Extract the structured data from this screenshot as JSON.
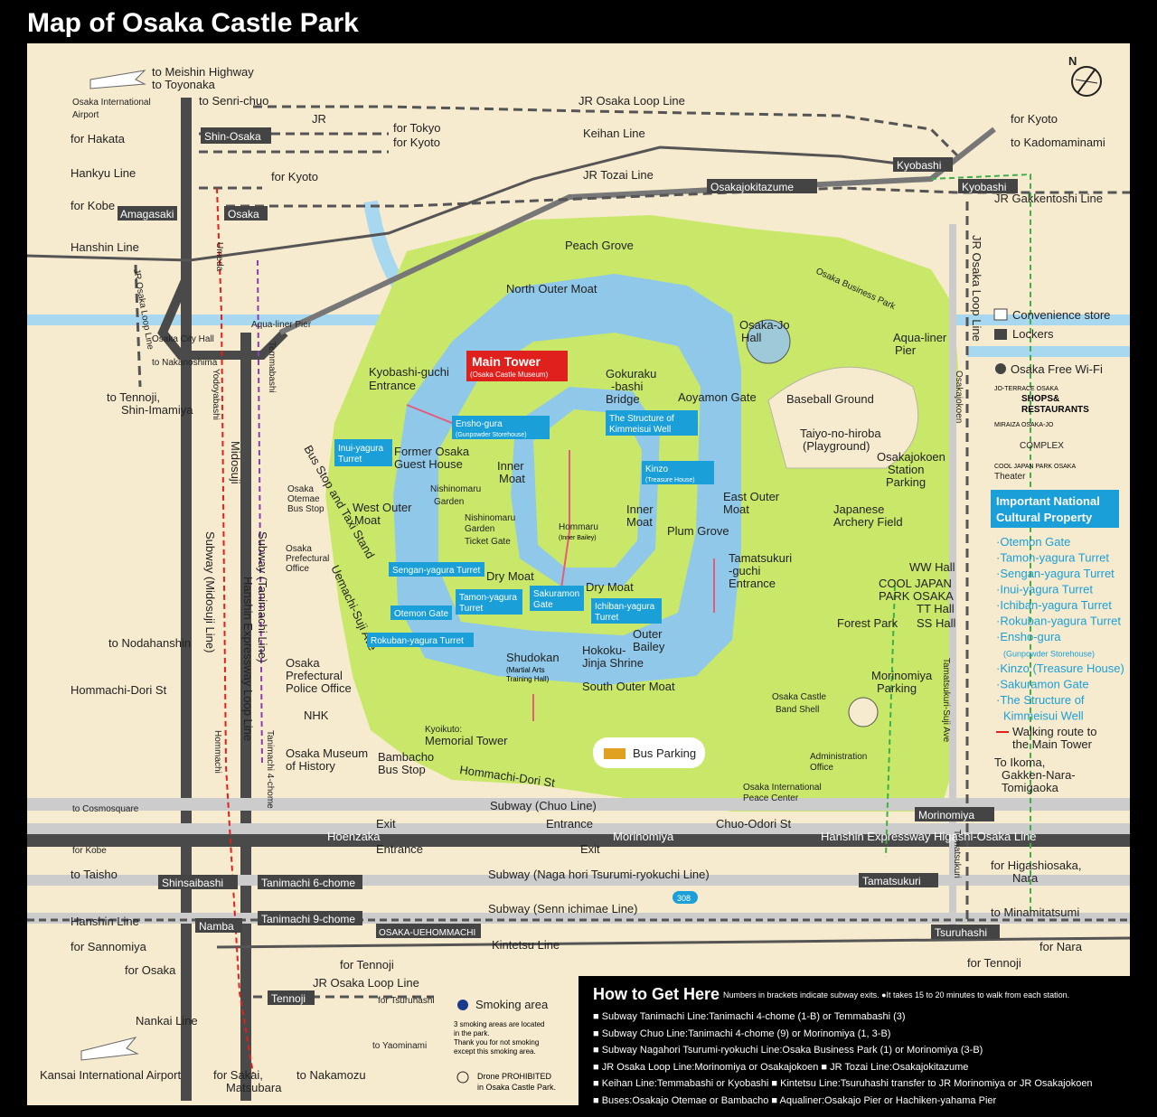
{
  "title": "Map of Osaka Castle Park",
  "colors": {
    "park": "#c9e86a",
    "water": "#a8d8f0",
    "moat": "#8fc8e8",
    "road": "#4a4a4a",
    "land": "#f7ebcf",
    "accent": "#1a9fd8",
    "highlight": "#e0201c"
  },
  "north_symbol": "N",
  "icons": {
    "airplane": "airplane-icon",
    "compass": "compass-icon",
    "convenience": "convenience-store-icon",
    "locker": "locker-icon",
    "wifi": "wifi-icon",
    "smoking": "smoking-area-icon",
    "drone": "no-drone-icon",
    "bus": "bus-icon"
  },
  "labels": {
    "to_meishin": "to Meishin Highway",
    "to_toyonaka": "to Toyonaka",
    "osaka_airport": "Osaka International",
    "airport": "Airport",
    "to_senri": "to Senri-chuo",
    "for_hakata": "for Hakata",
    "jr": "JR",
    "for_tokyo": "for Tokyo",
    "for_kyoto_jr": "for Kyoto",
    "hankyu": "Hankyu Line",
    "for_kyoto_hankyu": "for Kyoto",
    "for_kobe": "for Kobe",
    "hanshin_line": "Hanshin Line",
    "jr_osaka_loop_left": "JR Osaka Loop Line",
    "to_tennoji": "to Tennoji,",
    "shin_imamiya": "Shin-Imamiya",
    "to_nodahanshin": "to Nodahanshin",
    "subway_midosuji": "Subway (Midosuji Line)",
    "midosuji": "Midosuji",
    "subway_tanimachi": "Subway (Tanimachi Line)",
    "hanshin_exp": "Hanshin Expressway Loop Line",
    "hommachi_dori": "Hommachi-Dori St",
    "jr_loop_top": "JR Osaka Loop Line",
    "keihan": "Keihan Line",
    "jr_tozai": "JR Tozai Line",
    "for_kyoto_right": "for Kyoto",
    "to_kadoma": "to Kadomaminami",
    "jr_gakken": "JR Gakkentoshi Line",
    "jr_loop_right": "JR Osaka Loop Line",
    "peach_grove": "Peach Grove",
    "north_outer_moat": "North Outer Moat",
    "aqualiner_pier_left": "Aqua-liner Pier",
    "osaka_city_hall": "Osaka City Hall",
    "to_nakanoshima": "to Nakanoshima",
    "main_tower": "Main Tower",
    "main_tower_sub": "(Osaka Castle Museum)",
    "kyobashi_guchi": "Kyobashi-guchi",
    "entrance": "Entrance",
    "gokuraku": "Gokuraku",
    "bashi": "-bashi",
    "bridge": "Bridge",
    "aoyamon": "Aoyamon Gate",
    "osaka_jo_hall": "Osaka-Jo",
    "hall": "Hall",
    "baseball": "Baseball Ground",
    "taiyo": "Taiyo-no-hiroba",
    "playground": "(Playground)",
    "aqualiner_pier_right": "Aqua-liner",
    "pier": "Pier",
    "osaka_business_park": "Osaka Business Park",
    "inui": "Inui-yagura",
    "turret": "Turret",
    "ensho": "Ensho-gura",
    "ensho_sub": "(Gunpowder Storehouse)",
    "former_guest": "Former Osaka",
    "guest_house": "Guest House",
    "inner_moat": "Inner",
    "moat": "Moat",
    "nishinomaru": "Nishinomaru",
    "garden": "Garden",
    "kimmeisui": "The Structure of",
    "kimmeisui2": "Kimmeisui Well",
    "kinzo": "Kinzo",
    "kinzo_sub": "(Treasure House)",
    "osakajokoen_station": "Osakajokoen",
    "station": "Station",
    "parking": "Parking",
    "west_outer_moat": "West Outer",
    "west_moat": "Moat",
    "nishinomaru_ticket": "Nishinomaru",
    "garden_ticket": "Garden",
    "ticket_gate": "Ticket Gate",
    "hommaru": "Hommaru",
    "inner_bailey": "(Inner Bailey)",
    "inner_moat2": "Inner",
    "moat2": "Moat",
    "east_outer": "East Outer",
    "east_moat": "Moat",
    "plum_grove": "Plum Grove",
    "japanese_archery": "Japanese",
    "archery_field": "Archery Field",
    "osaka_otemae_bus": "Osaka",
    "otemae": "Otemae",
    "bus_stop_small": "Bus Stop",
    "bus_taxi": "Bus Stop and Taxi Stand",
    "sengan": "Sengan-yagura Turret",
    "dry_moat_left": "Dry Moat",
    "dry_moat_right": "Dry Moat",
    "tamatsukuri": "Tamatsukuri",
    "guchi": "-guchi",
    "tamatsukuri_ent": "Entrance",
    "ww_hall": "WW Hall",
    "cool_japan": "COOL JAPAN",
    "park_osaka": "PARK OSAKA",
    "tt_hall": "TT Hall",
    "ss_hall": "SS Hall",
    "forest_park": "Forest Park",
    "pref_office": "Osaka",
    "prefectural": "Prefectural",
    "office": "Office",
    "uemachi": "Uemachi-Suji Ave",
    "otemon": "Otemon Gate",
    "tamon": "Tamon-yagura",
    "tamon_t": "Turret",
    "sakuramon": "Sakuramon",
    "sakuramon_g": "Gate",
    "ichiban": "Ichiban-yagura",
    "ichiban_t": "Turret",
    "rokuban": "Rokuban-yagura Turret",
    "shudokan": "Shudokan",
    "shudokan_sub": "(Martial Arts",
    "shudokan_sub2": "Training Hall)",
    "hokoku": "Hokoku-",
    "jinja": "Jinja Shrine",
    "outer": "Outer",
    "bailey": "Bailey",
    "morinomiya_parking": "Morinomiya",
    "parking2": "Parking",
    "police": "Osaka",
    "police2": "Prefectural",
    "police3": "Police Office",
    "south_outer": "South Outer Moat",
    "osaka_castle_band": "Osaka Castle",
    "band_shell": "Band Shell",
    "nhk": "NHK",
    "kyoikuto": "Kyoikuto:",
    "memorial_tower": "Memorial Tower",
    "bus_parking": "Bus Parking",
    "admin": "Administration",
    "admin2": "Office",
    "museum_history": "Osaka Museum",
    "of_history": "of History",
    "bambacho": "Bambacho",
    "bambacho_stop": "Bus Stop",
    "hommachi_dori_park": "Hommachi-Dori St",
    "osaka_intl_peace": "Osaka International",
    "peace_center": "Peace Center",
    "tamatsukuri_suji": "Tamatsukuri-Suji Ave",
    "osakajokoen_vert": "Osakajokoen",
    "jr_loop_vert": "JR Osaka Loop Line",
    "to_cosmosquare": "to Cosmosquare",
    "subway_chuo": "Subway (Chuo Line)",
    "exit1": "Exit",
    "entrance1": "Entrance",
    "chuo_odori": "Chuo-Odori St",
    "morinomiya_stn": "Morinomiya",
    "for_kobe2": "for Kobe",
    "hoenzaka": "Hoenzaka",
    "entrance2": "Entrance",
    "exit2": "Exit",
    "hanshin_higashi": "Hanshin Expressway Higashi-Osaka Line",
    "to_taisho": "to Taisho",
    "subway_nagahori": "Subway (Naga hori Tsurumi-ryokuchi Line)",
    "for_higashiosaka": "for Higashiosaka,",
    "nara": "Nara",
    "subway_sennichimae": "Subway (Senn ichimae Line)",
    "route308": "308",
    "to_minamitatsumi": "to Minamitatsumi",
    "hanshin_line2": "Hanshin Line",
    "for_sannomiya": "for Sannomiya",
    "kintetsu": "Kintetsu Line",
    "for_nara": "for Nara",
    "for_tennoji2": "for Tennoji",
    "for_tennoji3": "for Tennoji",
    "for_osaka": "for Osaka",
    "jr_loop_bottom": "JR Osaka Loop Line",
    "for_tsuruhashi": "for Tsuruhashi",
    "nankai": "Nankai Line",
    "to_yaomi": "to Yaominami",
    "kansai_airport": "Kansai International Airport",
    "for_sakai": "for Sakai,",
    "matsubara": "Matsubara",
    "to_nakamozu": "to Nakamozu",
    "to_ikoma": "To Ikoma,",
    "gakken": "Gakken-Nara-",
    "tomigaoka": "Tomigaoka",
    "yodoyabashi": "Yodoyabashi",
    "umeda": "Umeda",
    "temmabashi": "Temmabashi",
    "tanimachi4": "Tanimachi 4-chome",
    "hommachi": "Hommachi",
    "tamatsukuri_v": "Tamatsukuri"
  },
  "stations": {
    "shin_osaka": "Shin-Osaka",
    "amagasaki": "Amagasaki",
    "osaka": "Osaka",
    "kyobashi": "Kyobashi",
    "kyobashi2": "Kyobashi",
    "osakajokitazume": "Osakajokitazume",
    "shinsaibashi": "Shinsaibashi",
    "tanimachi6": "Tanimachi 6-chome",
    "tanimachi9": "Tanimachi 9-chome",
    "namba": "Namba",
    "osaka_uehommachi": "OSAKA-UEHOMMACHI",
    "tsuruhashi": "Tsuruhashi",
    "tennoji": "Tennoji",
    "tamatsukuri": "Tamatsukuri",
    "morinomiya": "Morinomiya"
  },
  "legend": {
    "convenience": "Convenience store",
    "lockers": "Lockers",
    "wifi": "Osaka Free Wi-Fi",
    "jo_terrace": "JO-TERRACE OSAKA",
    "shops": "SHOPS&",
    "restaurants": "RESTAURANTS",
    "miraiza": "MIRAIZA OSAKA-JO",
    "complex": "COMPLEX",
    "cool_japan_theater": "COOL JAPAN PARK OSAKA",
    "theater": "Theater",
    "important_title": "Important National",
    "important_title2": "Cultural Property",
    "important_items": [
      "·Otemon Gate",
      "·Tamon-yagura Turret",
      "·Sengan-yagura Turret",
      "·Inui-yagura Turret",
      "·Ichiban-yagura Turret",
      "·Rokuban-yagura Turret",
      "·Ensho-gura",
      "(Gunpowder Storehouse)",
      "·Kinzo (Treasure House)",
      "·Sakuramon Gate",
      "·The Structure of",
      "Kimmeisui Well"
    ],
    "walking_route": "Walking route to",
    "walking_route2": "the Main Tower",
    "smoking_area": "Smoking area",
    "smoking_note1": "3 smoking areas are located",
    "smoking_note2": "in the park.",
    "smoking_note3": "Thank you for not smoking",
    "smoking_note4": "except this smoking area.",
    "drone1": "Drone PROHIBITED",
    "drone2": "in Osaka Castle Park."
  },
  "howto": {
    "title": "How to Get Here",
    "note": "Numbers in brackets indicate subway exits.  ●It takes 15 to 20 minutes to walk from each station.",
    "lines": [
      "Subway Tanimachi Line:Tanimachi 4-chome (1-B)   or Temmabashi (3)",
      "Subway Chuo Line:Tanimachi 4-chome (9) or Morinomiya (1, 3-B)",
      "Subway Nagahori Tsurumi-ryokuchi Line:Osaka Business Park (1) or Morinomiya (3-B)",
      "JR Osaka Loop Line:Morinomiya or Osakajokoen    ■ JR Tozai Line:Osakajokitazume",
      "Keihan Line:Temmabashi or Kyobashi    ■ Kintetsu Line:Tsuruhashi transfer to JR Morinomiya or JR Osakajokoen",
      "Buses:Osakajo Otemae or Bambacho    ■ Aqualiner:Osakajo Pier or Hachiken-yahama Pier"
    ]
  }
}
